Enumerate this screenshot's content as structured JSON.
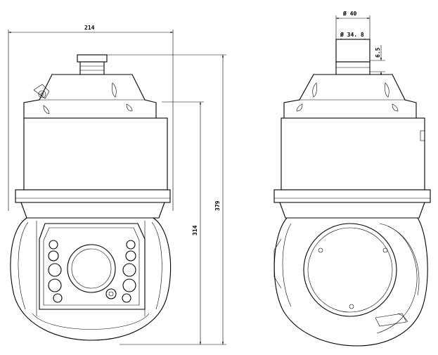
{
  "drawing": {
    "front_view": {
      "width_dim": "214",
      "overall_height_dim": "379",
      "body_height_dim": "314"
    },
    "side_view": {
      "outer_diameter_dim": "Ø 40",
      "inner_diameter_dim": "Ø 34. 8",
      "thread_height_dim": "6.5"
    }
  }
}
